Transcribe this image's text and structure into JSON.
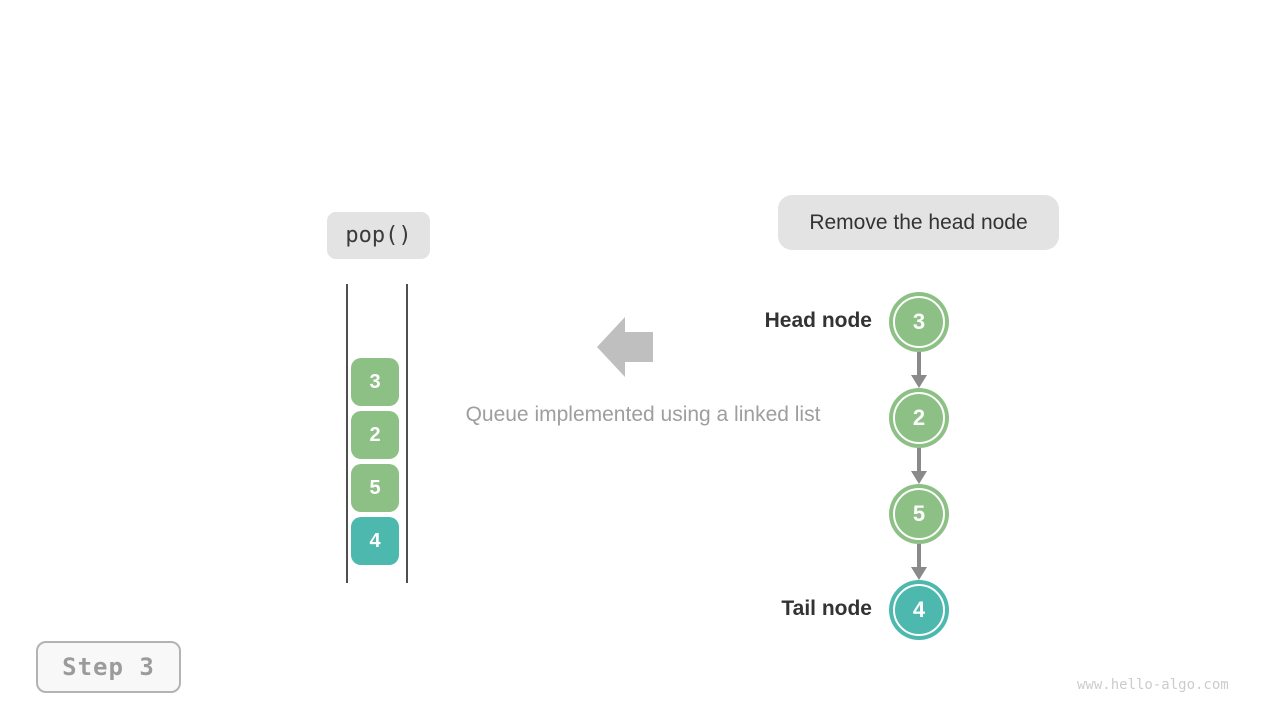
{
  "labels": {
    "operation": "pop()",
    "annotation": "Remove the head node",
    "caption": "Queue implemented using a linked list",
    "step": "Step 3",
    "head": "Head node",
    "tail": "Tail node",
    "watermark": "www.hello-algo.com"
  },
  "colors": {
    "node_green": "#8cc084",
    "node_teal": "#4cb8ae",
    "pill_background": "#e3e3e3",
    "big_arrow_gray": "#bfbfbf",
    "connector_gray": "#8a8a8a",
    "label_dark": "#333333",
    "caption_gray": "#9e9e9e",
    "step_text_gray": "#9b9b9b",
    "watermark_gray": "#cccccc"
  },
  "queue_stack": {
    "items": [
      {
        "value": "3",
        "color": "#8cc084"
      },
      {
        "value": "2",
        "color": "#8cc084"
      },
      {
        "value": "5",
        "color": "#8cc084"
      },
      {
        "value": "4",
        "color": "#4cb8ae"
      }
    ]
  },
  "linked_list": {
    "nodes": [
      {
        "value": "3",
        "color": "#8cc084",
        "role": "head"
      },
      {
        "value": "2",
        "color": "#8cc084",
        "role": ""
      },
      {
        "value": "5",
        "color": "#8cc084",
        "role": ""
      },
      {
        "value": "4",
        "color": "#4cb8ae",
        "role": "tail"
      }
    ]
  }
}
